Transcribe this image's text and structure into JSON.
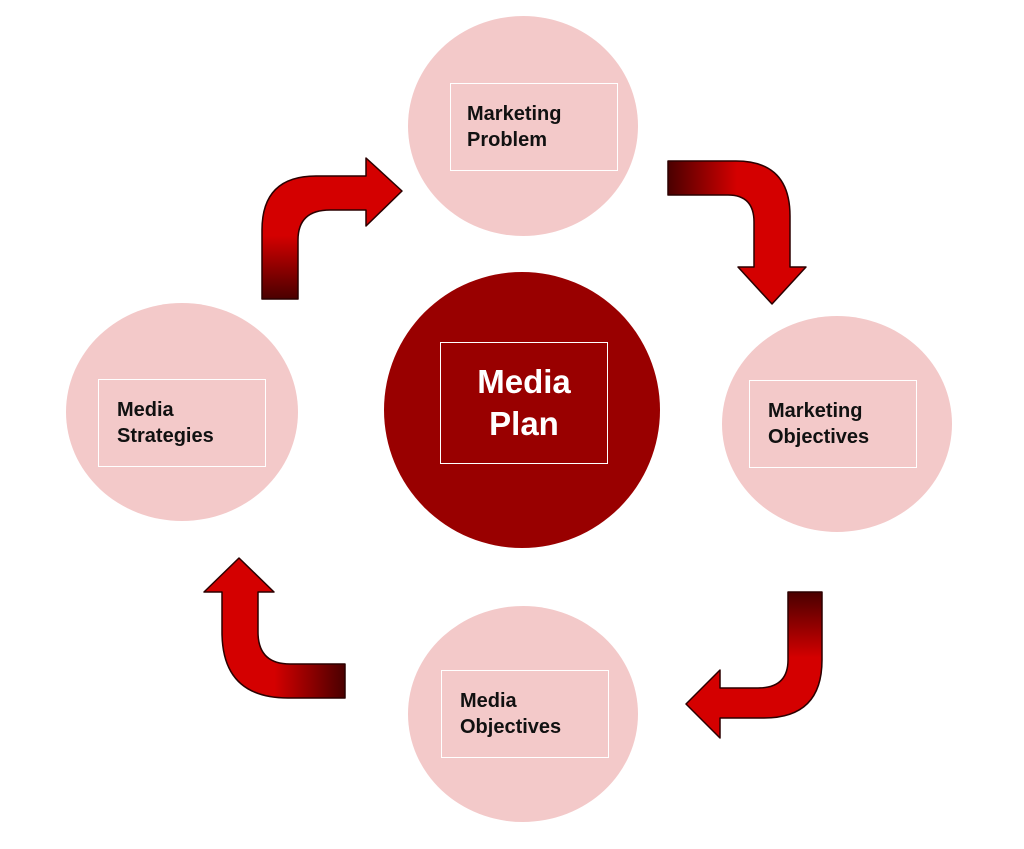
{
  "diagram": {
    "center": {
      "label": "Media\nPlan"
    },
    "nodes": [
      {
        "id": "marketing-problem",
        "label": "Marketing\nProblem"
      },
      {
        "id": "marketing-objectives",
        "label": "Marketing\nObjectives"
      },
      {
        "id": "media-objectives",
        "label": "Media\nObjectives"
      },
      {
        "id": "media-strategies",
        "label": "Media\nStrategies"
      }
    ],
    "edges": [
      {
        "from": "media-strategies",
        "to": "marketing-problem"
      },
      {
        "from": "marketing-problem",
        "to": "marketing-objectives"
      },
      {
        "from": "marketing-objectives",
        "to": "media-objectives"
      },
      {
        "from": "media-objectives",
        "to": "media-strategies"
      }
    ]
  },
  "colors": {
    "node_fill": "#f3c9c9",
    "center_fill": "#990000",
    "arrow_bright": "#d40000",
    "arrow_dark": "#4a0000",
    "arrow_outline": "#2b0000"
  }
}
